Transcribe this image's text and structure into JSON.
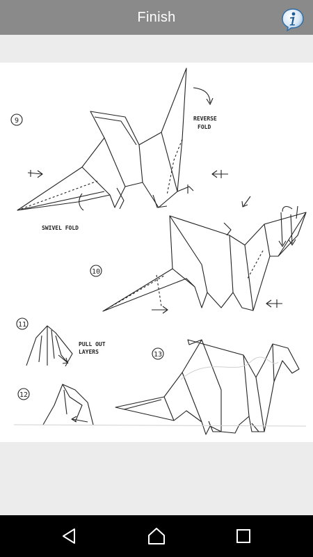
{
  "appbar": {
    "title": "Finish",
    "info_icon": "info-icon"
  },
  "diagram": {
    "step_numbers": [
      "9",
      "10",
      "11",
      "12",
      "13"
    ],
    "labels": {
      "reverse_fold_line1": "REVERSE",
      "reverse_fold_line2": "FOLD",
      "swivel_fold": "SWIVEL FOLD",
      "pull_out_line1": "PULL OUT",
      "pull_out_line2": "LAYERS"
    }
  },
  "navbar": {
    "back_icon": "back-triangle-icon",
    "home_icon": "home-icon",
    "recents_icon": "recents-square-icon"
  }
}
